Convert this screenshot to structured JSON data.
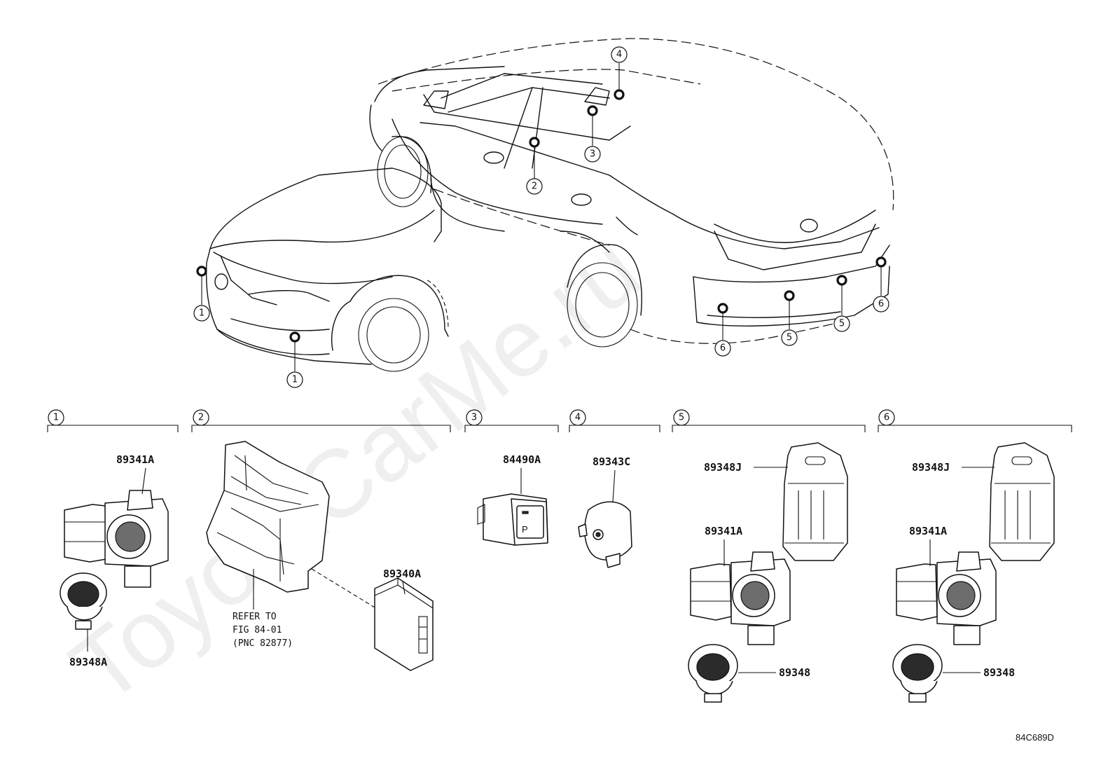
{
  "watermark": "ToyotaCarMe.ru",
  "callouts": [
    "1",
    "2",
    "3",
    "4",
    "5",
    "6"
  ],
  "sections": [
    {
      "num": "1",
      "parts": [
        "89341A",
        "89348A"
      ]
    },
    {
      "num": "2",
      "parts": [
        "89340A"
      ],
      "note": [
        "REFER TO",
        "FIG 84-01",
        "(PNC 82877)"
      ]
    },
    {
      "num": "3",
      "parts": [
        "84490A"
      ]
    },
    {
      "num": "4",
      "parts": [
        "89343C"
      ]
    },
    {
      "num": "5",
      "parts": [
        "89348J",
        "89341A",
        "89348"
      ]
    },
    {
      "num": "6",
      "parts": [
        "89348J",
        "89341A",
        "89348"
      ]
    }
  ],
  "figure_code": "84C689D",
  "switch_label": "P"
}
